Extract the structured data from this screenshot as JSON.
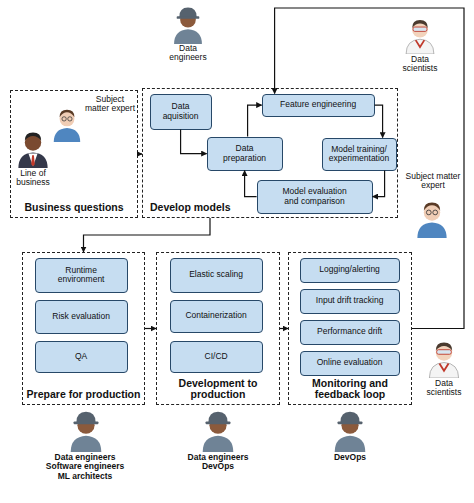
{
  "diagram": {
    "nodes": [
      {
        "text": [
          "Business questions"
        ]
      },
      {
        "text": [
          "Develop models"
        ]
      },
      {
        "text": [
          "Data aquisition"
        ],
        "in": 1
      },
      {
        "text": [
          "Feature engineering"
        ],
        "in": 1
      },
      {
        "text": [
          "Data preparation"
        ],
        "in": 1
      },
      {
        "text": [
          "Model training/ experimentation"
        ],
        "in": 1
      },
      {
        "text": [
          "Model evaluation and comparison"
        ],
        "in": 1
      },
      {
        "text": [
          "Prepare for production"
        ]
      },
      {
        "text": [
          "Runtime environment"
        ],
        "in": 7
      },
      {
        "text": [
          "Risk evaluation"
        ],
        "in": 7
      },
      {
        "text": [
          "QA"
        ],
        "in": 7
      },
      {
        "text": [
          "Development to production"
        ]
      },
      {
        "text": [
          "Elastic scaling"
        ],
        "in": 11
      },
      {
        "text": [
          "Containerization"
        ],
        "in": 11
      },
      {
        "text": [
          "CI/CD"
        ],
        "in": 11
      },
      {
        "text": [
          "Monitoring and feedback loop"
        ]
      },
      {
        "text": [
          "Logging/alerting"
        ],
        "in": 15
      },
      {
        "text": [
          "Input drift tracking"
        ],
        "in": 15
      },
      {
        "text": [
          "Performance drift"
        ],
        "in": 15
      },
      {
        "text": [
          "Online evaluation"
        ],
        "in": 15
      }
    ],
    "edges": [
      {
        "from": 0,
        "to": 1,
        "arrow": "to"
      },
      {
        "from": 2,
        "to": 4,
        "arrow": "to"
      },
      {
        "from": 4,
        "to": 3,
        "arrow": "to"
      },
      {
        "from": 3,
        "to": 5,
        "arrow": "to"
      },
      {
        "from": 5,
        "to": 6,
        "arrow": "to"
      },
      {
        "from": 6,
        "to": 4,
        "arrow": "to"
      },
      {
        "from": 1,
        "to": 7,
        "arrow": "to"
      },
      {
        "from": 7,
        "to": 11,
        "arrow": "to"
      },
      {
        "from": 11,
        "to": 15,
        "arrow": "to"
      },
      {
        "from": 15,
        "to": 3,
        "arrow": "to"
      }
    ],
    "labels": [
      "Data engineers",
      "Data scientists",
      "Subject matter expert",
      "Line of business",
      "Subject matter expert",
      "Data scientists",
      "Data engineers Software engineers ML architects",
      "Data engineers DevOps",
      "DevOps"
    ]
  }
}
